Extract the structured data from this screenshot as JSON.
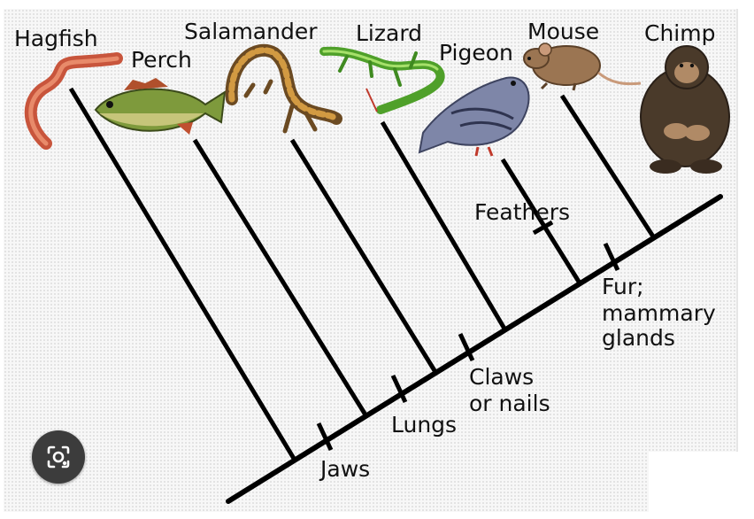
{
  "diagram": {
    "taxa": [
      "Hagfish",
      "Perch",
      "Salamander",
      "Lizard",
      "Pigeon",
      "Mouse",
      "Chimp"
    ],
    "characters": {
      "jaws": "Jaws",
      "lungs": "Lungs",
      "claws_line1": "Claws",
      "claws_line2": "or nails",
      "feathers": "Feathers",
      "fur_line1": "Fur;",
      "fur_line2": "mammary",
      "fur_line3": "glands"
    }
  },
  "icons": {
    "visual_search": "lens-camera-icon"
  },
  "colors": {
    "line": "#000000",
    "button": "#3c3c3c"
  }
}
